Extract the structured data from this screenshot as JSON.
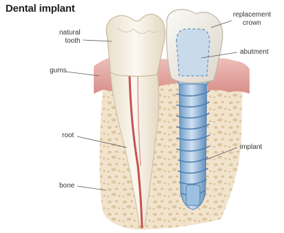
{
  "title": "Dental implant",
  "labels": {
    "natural_tooth": [
      "natural",
      "tooth"
    ],
    "gums": "gums",
    "root": "root",
    "bone": "bone",
    "replacement_crown": [
      "replacement",
      "crown"
    ],
    "abutment": "abutment",
    "implant": "implant"
  },
  "colors": {
    "bone_fill": "#f2e4cc",
    "bone_spots": "#dcc6a2",
    "gum": "#e4a9a4",
    "tooth": "#f6f1e6",
    "root_canal": "#c9504e",
    "implant_blue": "#8eb4d8",
    "crown": "#efece6",
    "leader_line": "#555555"
  }
}
